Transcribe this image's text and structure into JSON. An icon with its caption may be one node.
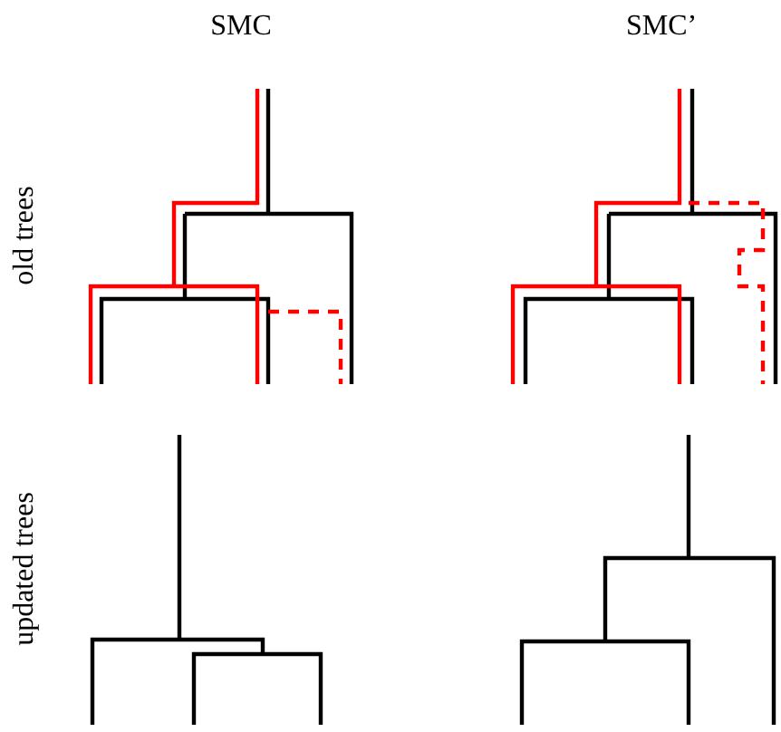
{
  "diagram": {
    "labels": [
      "SMC",
      "SMC’",
      "old trees",
      "updated trees"
    ]
  }
}
